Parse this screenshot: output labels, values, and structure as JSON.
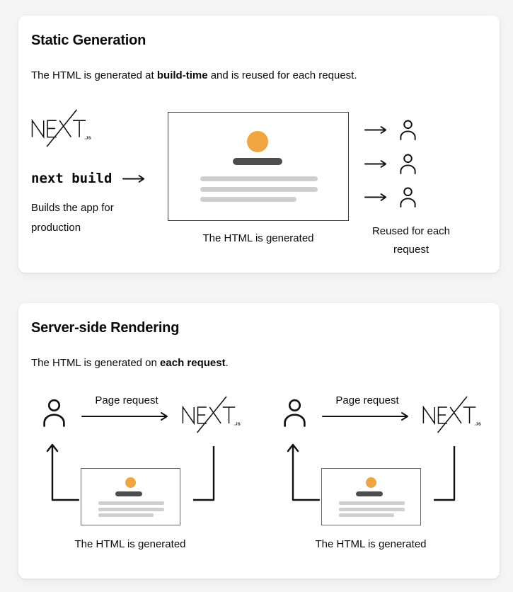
{
  "colors": {
    "page_bg": "#f5f5f6",
    "card_bg": "#ffffff",
    "ink": "#111111",
    "accent": "#f0a640",
    "bar_dark": "#4d4d4d",
    "line_gray": "#cfcfcf",
    "border_dark": "#3f3f3f",
    "border_gray": "#666666"
  },
  "cards": {
    "static": {
      "title": "Static Generation",
      "desc": {
        "prefix": "The HTML is generated at ",
        "bold": "build-time",
        "suffix": " and is reused for each request."
      },
      "logo": {
        "text": "NEXT",
        "suffix": ".JS"
      },
      "command": "next build",
      "note": "Builds the app for production",
      "browser_caption": "The HTML is generated",
      "reuse_caption": "Reused for each request"
    },
    "ssr": {
      "title": "Server-side Rendering",
      "desc": {
        "prefix": "The HTML is generated on ",
        "bold": "each request",
        "suffix": "."
      },
      "diagrams": [
        {
          "arrow_label": "Page request",
          "logo": {
            "text": "NEXT",
            "suffix": ".JS"
          },
          "caption": "The HTML is generated"
        },
        {
          "arrow_label": "Page request",
          "logo": {
            "text": "NEXT",
            "suffix": ".JS"
          },
          "caption": "The HTML is generated"
        }
      ]
    }
  }
}
